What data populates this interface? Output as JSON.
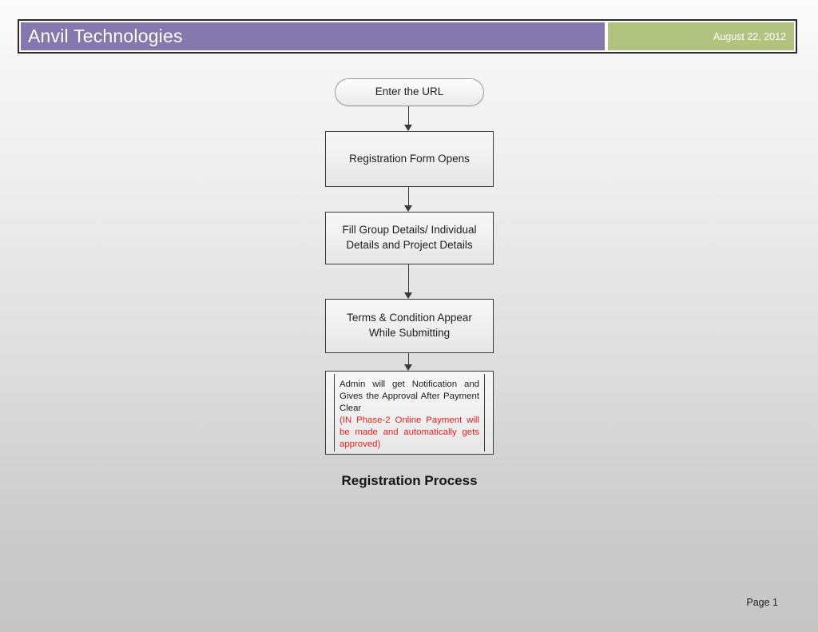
{
  "header": {
    "title": "Anvil Technologies",
    "date": "August 22, 2012"
  },
  "diagram": {
    "caption": "Registration Process",
    "nodes": [
      {
        "id": "enter-url",
        "label": "Enter the URL",
        "shape": "rounded-pill"
      },
      {
        "id": "registration-form",
        "label": "Registration Form Opens",
        "shape": "rectangle"
      },
      {
        "id": "fill-details",
        "label": "Fill Group Details/ Individual Details and Project Details",
        "shape": "rectangle"
      },
      {
        "id": "terms-conditions",
        "label": "Terms & Condition Appear While Submitting",
        "shape": "rectangle"
      },
      {
        "id": "admin-approval",
        "shape": "rectangle-framed",
        "line_black": "Admin will get Notification and Gives the Approval After Payment Clear",
        "line_red": "(IN Phase-2 Online Payment will be made and automatically gets approved)"
      }
    ],
    "connector_icon": "down-arrow-icon"
  },
  "footer": {
    "page_label": "Page 1"
  },
  "colors": {
    "header_purple": "#8578ae",
    "header_green": "#b2c380",
    "accent_red": "#e02020",
    "node_border": "#3a3a3a"
  }
}
